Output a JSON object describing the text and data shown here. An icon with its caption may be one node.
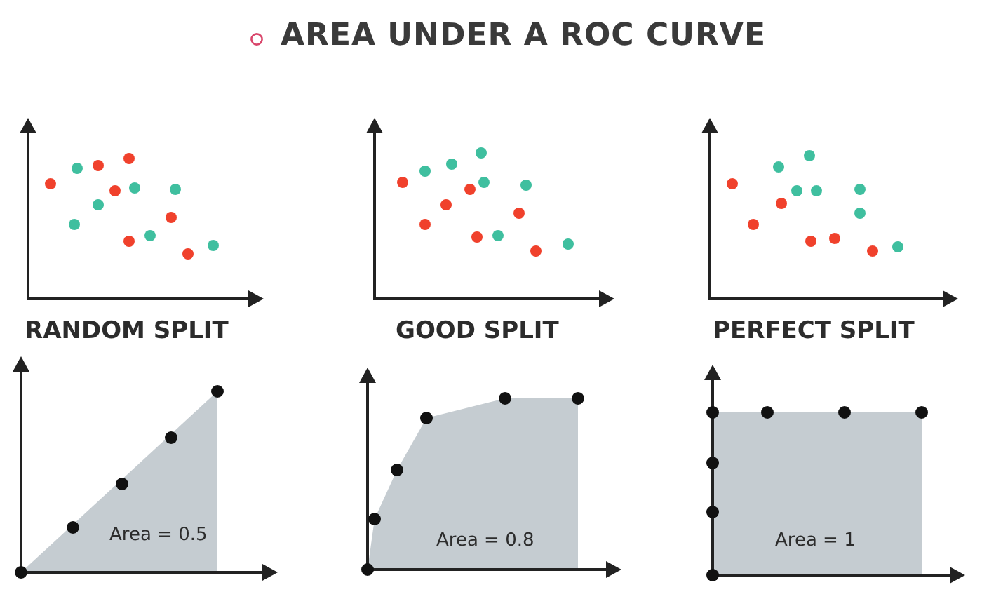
{
  "diagram": {
    "title": "AREA UNDER A ROC CURVE",
    "labels": [
      "RANDOM SPLIT",
      "GOOD SPLIT",
      "PERFECT SPLIT",
      "Area = 0.5",
      "Area = 0.8",
      "Area = 1"
    ]
  }
}
